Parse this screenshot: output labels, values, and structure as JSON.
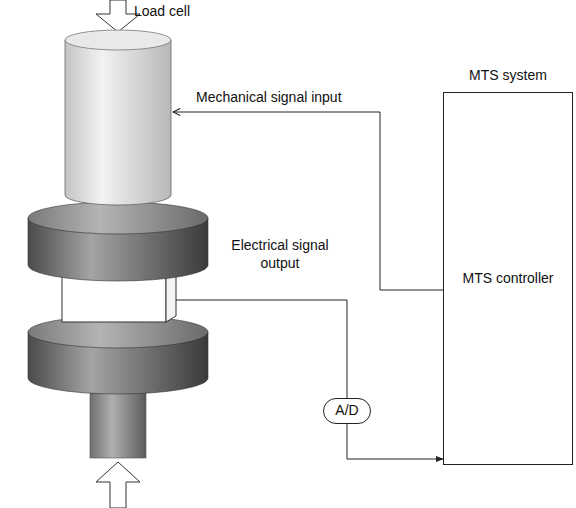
{
  "diagram": {
    "nodes": [
      {
        "text": [
          "MTS system",
          "MTS controller"
        ]
      },
      {
        "text": [
          "A/D"
        ]
      }
    ],
    "edges": [
      {
        "from": 1,
        "to": 0,
        "arrow": "to"
      }
    ],
    "labels": [
      "Load cell",
      "Mechanical signal input",
      "Electrical signal output"
    ]
  }
}
